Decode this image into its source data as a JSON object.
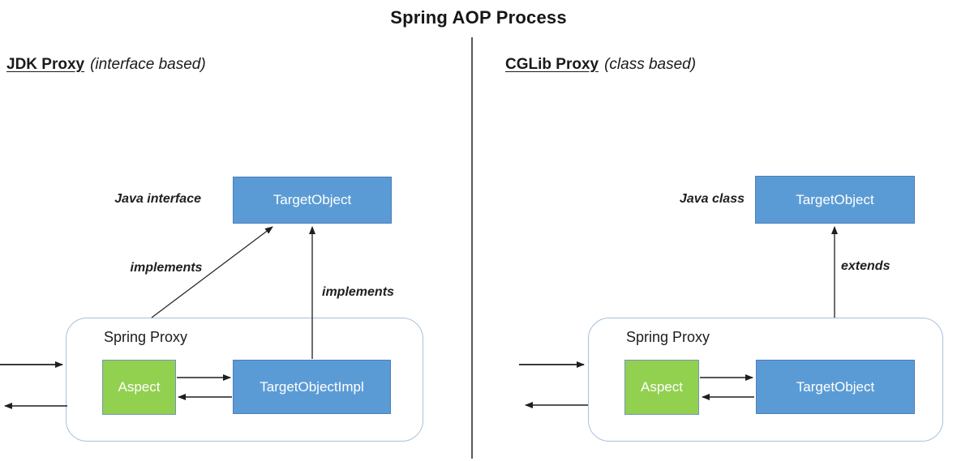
{
  "title": "Spring AOP Process",
  "colors": {
    "box_blue": "#5B9BD5",
    "box_green": "#92D050",
    "container_border": "#A9C0DC",
    "arrow": "#1f1f1f",
    "divider": "#595959",
    "box_text": "#FFFFFF"
  },
  "left": {
    "heading": "JDK Proxy",
    "heading_qualifier": "(interface based)",
    "type_label": "Java interface",
    "target_box": "TargetObject",
    "edge_label_diagonal": "implements",
    "edge_label_vertical": "implements",
    "proxy": {
      "label": "Spring Proxy",
      "aspect_box": "Aspect",
      "target_box": "TargetObjectImpl"
    }
  },
  "right": {
    "heading": "CGLib Proxy",
    "heading_qualifier": "(class based)",
    "type_label": "Java class",
    "target_box": "TargetObject",
    "edge_label_vertical": "extends",
    "proxy": {
      "label": "Spring Proxy",
      "aspect_box": "Aspect",
      "target_box": "TargetObject"
    }
  }
}
